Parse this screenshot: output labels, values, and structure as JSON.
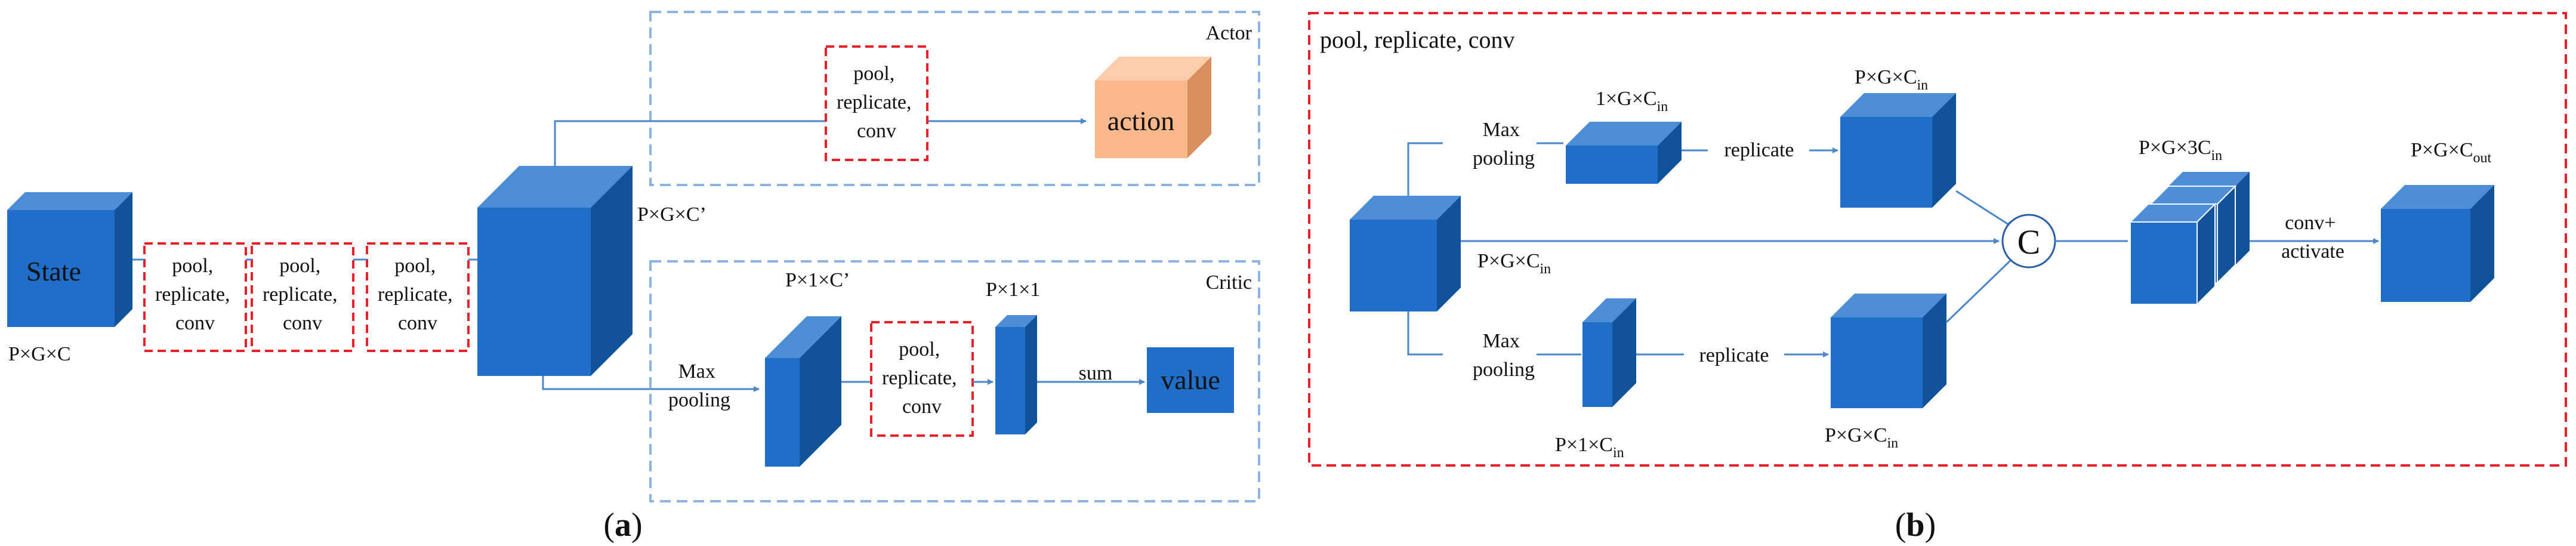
{
  "panel_a": {
    "caption": "(a)",
    "state_label": "State",
    "state_dims": "P×G×C",
    "conv_blocks": [
      "pool,\nreplicate,\nconv",
      "pool,\nreplicate,\nconv",
      "pool,\nreplicate,\nconv"
    ],
    "big_block_dims": "P×G×C’",
    "actor": {
      "title": "Actor",
      "conv_block": "pool,\nreplicate,\nconv",
      "output": "action"
    },
    "critic": {
      "title": "Critic",
      "max_pool_label": "Max\npooling",
      "pooled_dims": "P×1×C’",
      "conv_block": "pool,\nreplicate,\nconv",
      "conv_out_dims": "P×1×1",
      "sum_label": "sum",
      "output": "value"
    }
  },
  "panel_b": {
    "caption": "(b)",
    "title": "pool, replicate, conv",
    "input_dims": "P×G×C",
    "input_dims_sub": "in",
    "top_branch": {
      "pool_label": "Max\npooling",
      "pooled_dims": "1×G×C",
      "pooled_dims_sub": "in",
      "replicate_label": "replicate",
      "out_dims": "P×G×C",
      "out_dims_sub": "in"
    },
    "bottom_branch": {
      "pool_label": "Max\npooling",
      "pooled_dims": "P×1×C",
      "pooled_dims_sub": "in",
      "replicate_label": "replicate",
      "out_dims": "P×G×C",
      "out_dims_sub": "in"
    },
    "concat_symbol": "C",
    "concat_dims": "P×G×3C",
    "concat_dims_sub": "in",
    "conv_label": "conv+\nactivate",
    "output_dims": "P×G×C",
    "output_dims_sub": "out"
  },
  "colors": {
    "cube_front": "#1f6fc8",
    "cube_top": "#4d8ed8",
    "cube_side": "#11539b",
    "action_front": "#f9b88a",
    "action_top": "#fccdaa",
    "action_side": "#d98f5d",
    "red_dash": "#e8202a",
    "blue_dash": "#8db3e2",
    "arrow": "#4a86c8"
  }
}
